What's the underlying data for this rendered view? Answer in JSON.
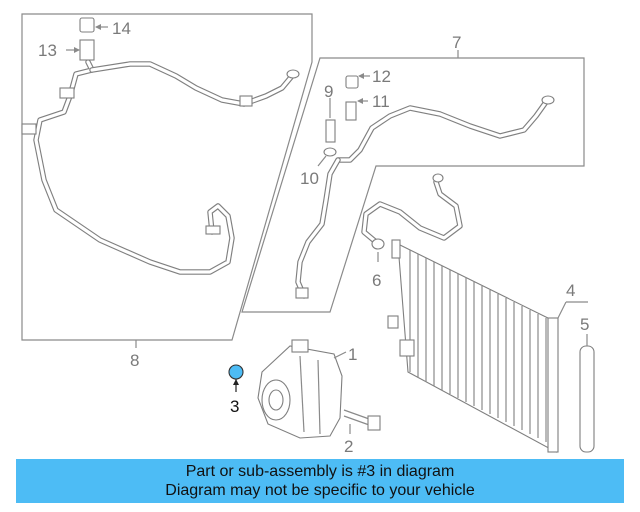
{
  "callouts": {
    "c1": "1",
    "c2": "2",
    "c3": "3",
    "c4": "4",
    "c5": "5",
    "c6": "6",
    "c7": "7",
    "c8": "8",
    "c9": "9",
    "c10": "10",
    "c11": "11",
    "c12": "12",
    "c13": "13",
    "c14": "14"
  },
  "highlighted_part": "3",
  "banner": {
    "line1": "Part or sub-assembly is #3 in diagram",
    "line2": "Diagram may not be specific to your vehicle",
    "color": "#4dbcf5"
  },
  "colors": {
    "highlight_part": "#4dbcf5",
    "linework": "#808080"
  }
}
